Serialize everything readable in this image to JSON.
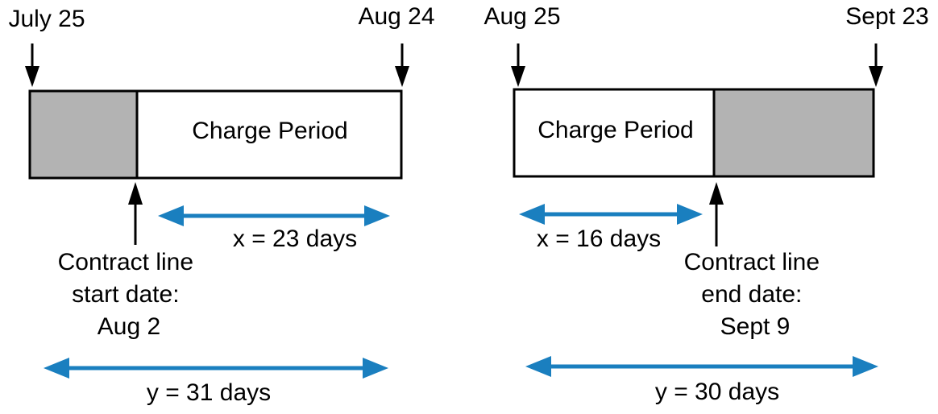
{
  "colors": {
    "shaded": "#b3b3b3",
    "box_fill": "#ffffff",
    "stroke": "#000000",
    "measure_arrow": "#1a7fbf"
  },
  "left": {
    "start_date": "July 25",
    "end_date": "Aug 24",
    "charge_label": "Charge Period",
    "contract_label_lines": [
      "Contract line",
      "start date:",
      "Aug 2"
    ],
    "x_label": "x = 23 days",
    "y_label": "y = 31 days"
  },
  "right": {
    "start_date": "Aug 25",
    "end_date": "Sept 23",
    "charge_label": "Charge Period",
    "contract_label_lines": [
      "Contract line",
      "end date:",
      "Sept 9"
    ],
    "x_label": "x = 16 days",
    "y_label": "y = 30 days"
  }
}
